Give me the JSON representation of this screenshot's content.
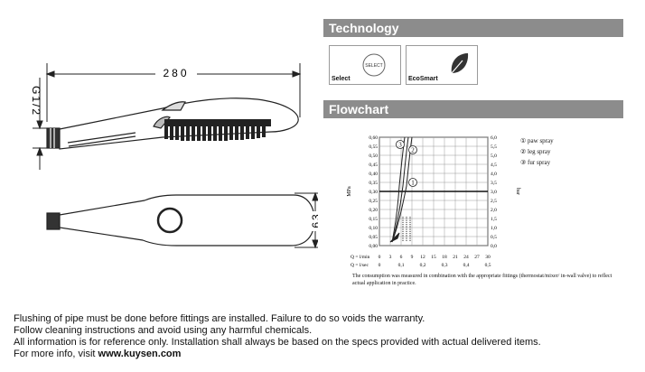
{
  "technology": {
    "header": "Technology",
    "select_label": "Select",
    "select_badge": "SELECT",
    "ecosmart_label": "EcoSmart"
  },
  "flowchart": {
    "header": "Flowchart",
    "left_axis_unit": "MPa",
    "right_axis_unit": "bar",
    "left_ticks": [
      "0,60",
      "0,55",
      "0,50",
      "0,45",
      "0,40",
      "0,35",
      "0,30",
      "0,25",
      "0,20",
      "0,15",
      "0,10",
      "0,05",
      "0,00"
    ],
    "right_ticks": [
      "6,0",
      "5,5",
      "5,0",
      "4,5",
      "4,0",
      "3,5",
      "3,0",
      "2,5",
      "2,0",
      "1,5",
      "1,0",
      "0,5",
      "0,0"
    ],
    "x_row1_label": "Q = l/min",
    "x_row1": [
      "0",
      "3",
      "6",
      "9",
      "12",
      "15",
      "18",
      "21",
      "24",
      "27",
      "30"
    ],
    "x_row2_label": "Q = l/sec",
    "x_row2": [
      "0",
      "0,1",
      "0,2",
      "0,3",
      "0,4",
      "0,5"
    ],
    "legend": [
      "paw spray",
      "leg spray",
      "fur spray"
    ],
    "legend_markers": [
      "1",
      "2",
      "3"
    ],
    "caption": "The consumption was measured in combination with the appropriate fittings (thermostat/mixer/ in-wall valve) to reflect actual application in practice."
  },
  "drawing": {
    "length": "280",
    "thread": "G1/2",
    "width": "63"
  },
  "notes": {
    "line1": "Flushing of pipe must be done before fittings are installed. Failure to do so voids the warranty.",
    "line2": "Follow cleaning instructions and avoid using any harmful chemicals.",
    "line3": "All information is for reference only. Installation shall always be based on the specs provided with actual delivered items.",
    "line4_prefix": "For more info, visit ",
    "line4_link": "www.kuysen.com"
  }
}
